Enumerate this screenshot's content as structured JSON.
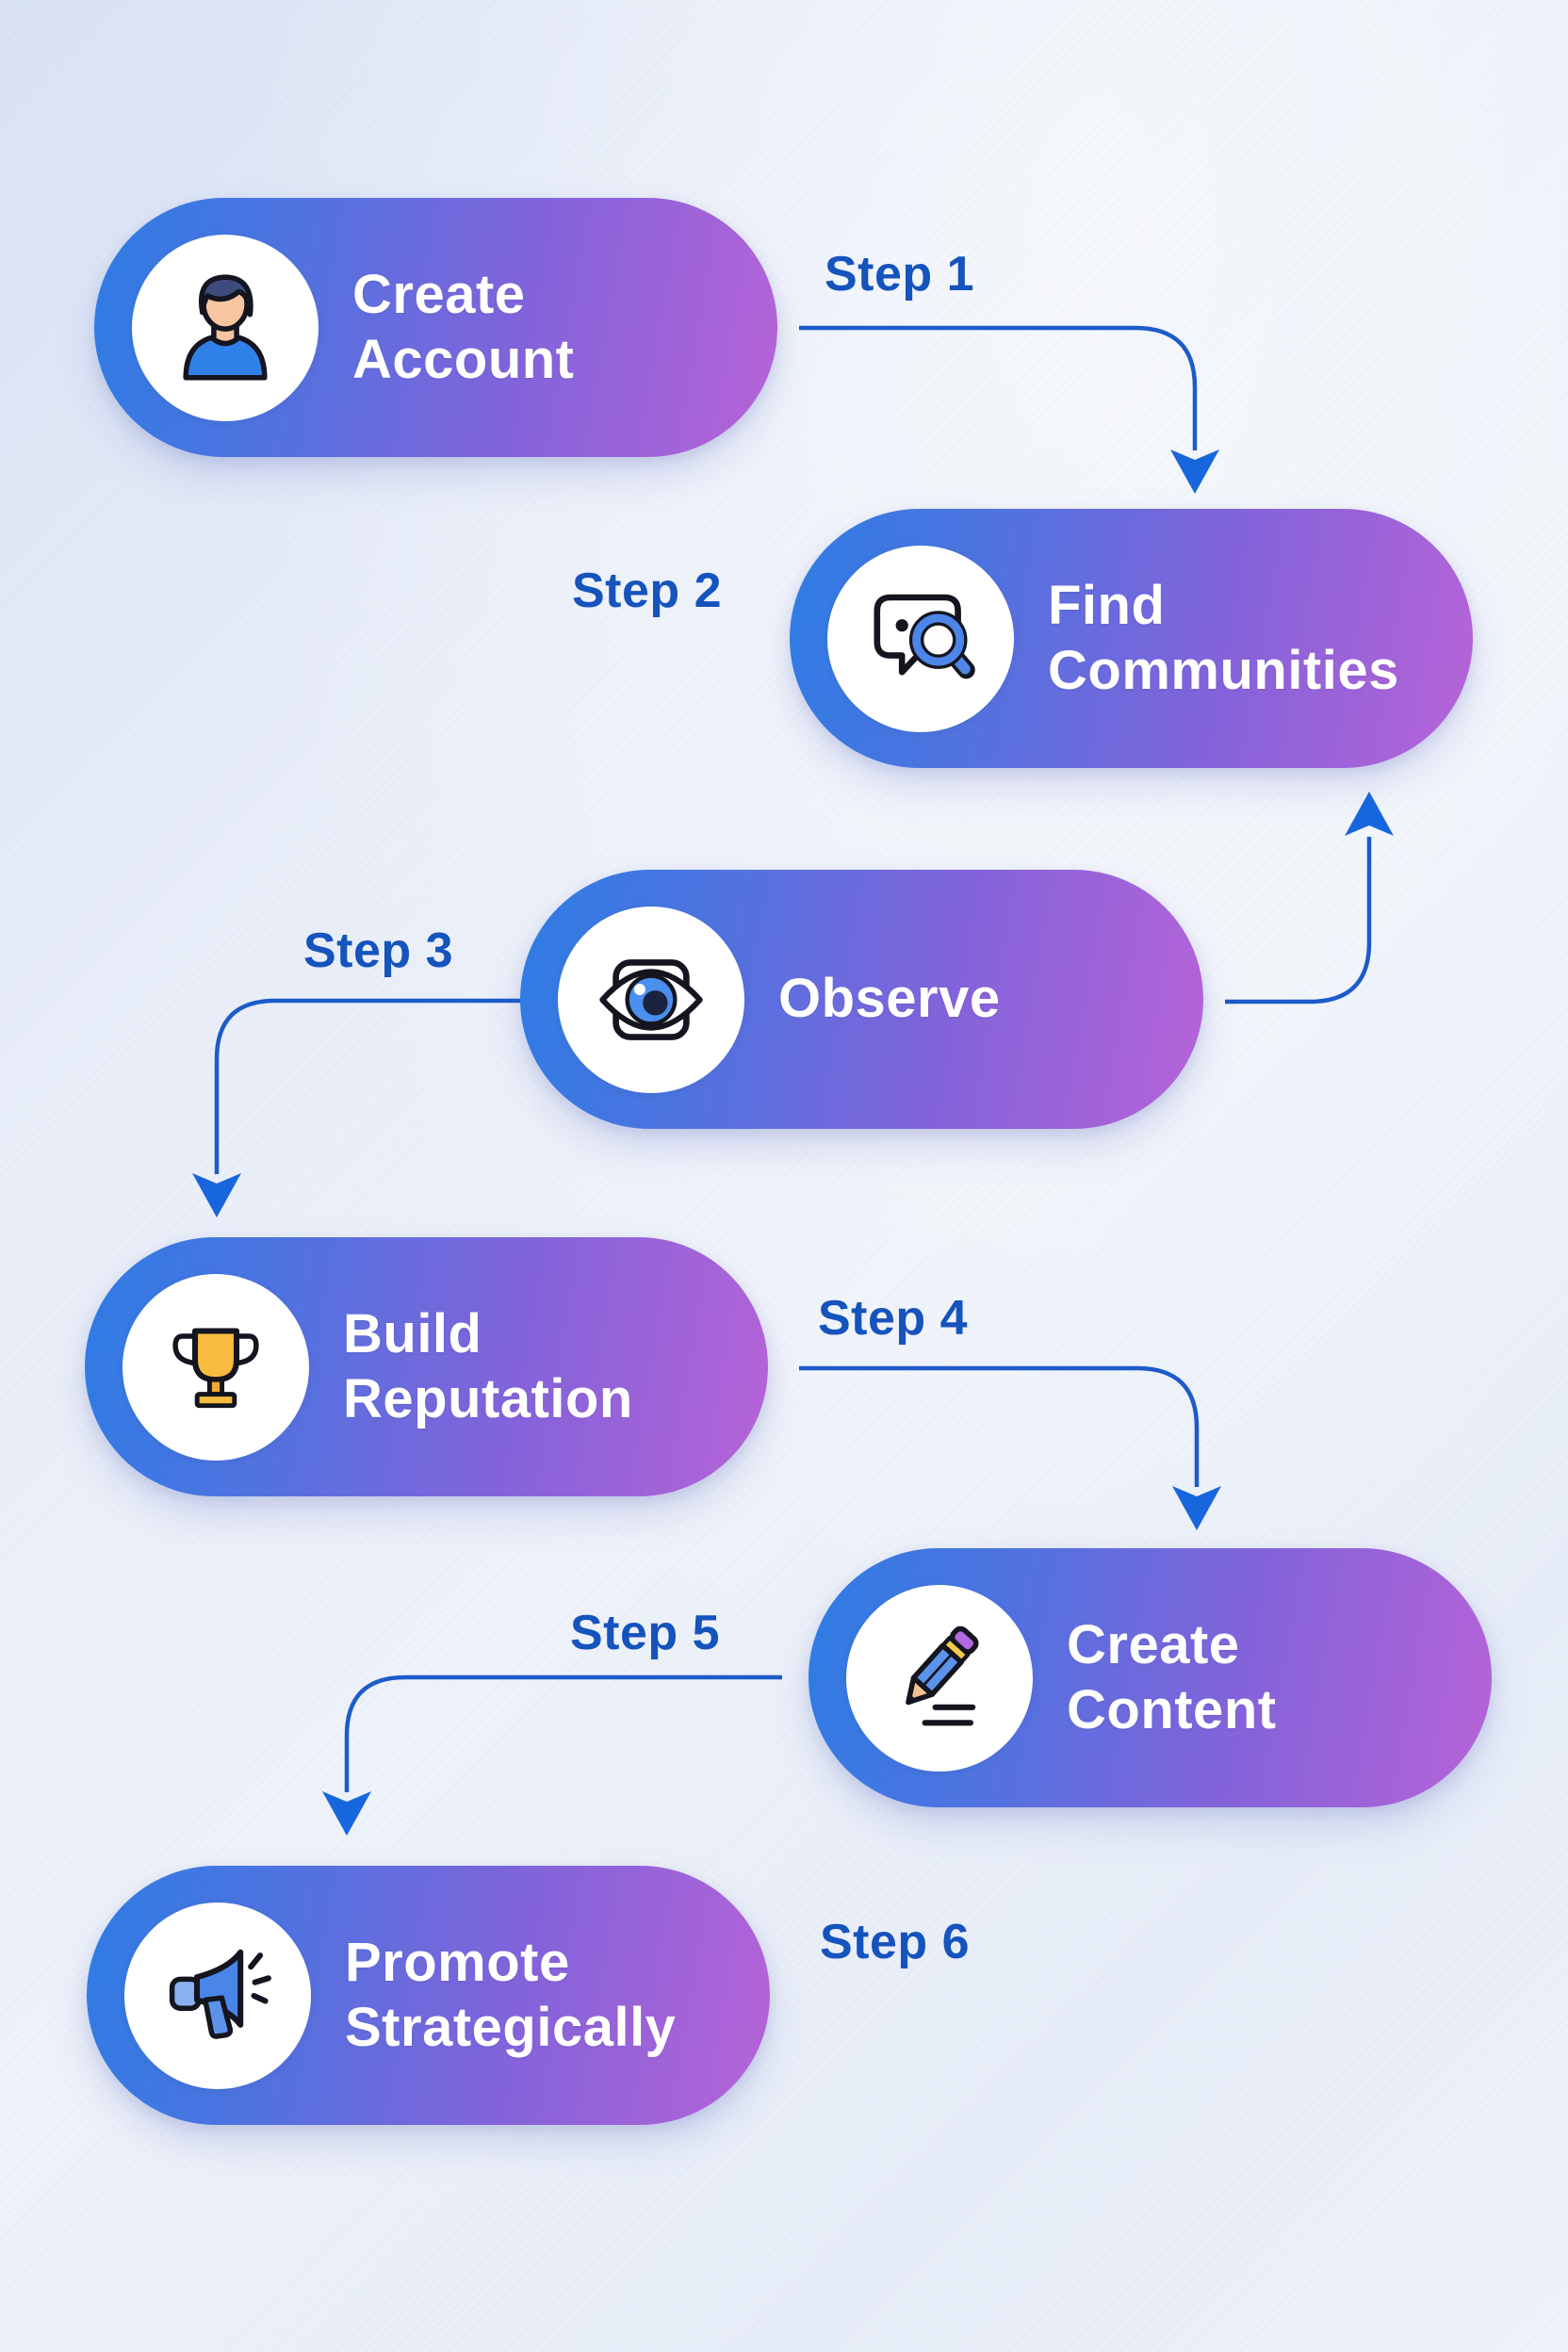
{
  "diagram": {
    "title": "Six step community growth flow",
    "type": "stepped-flowchart",
    "colors": {
      "pill_gradient_start": "#2e7ce4",
      "pill_gradient_mid": "#8263da",
      "pill_gradient_end": "#b763d7",
      "pill_text": "#ffffff",
      "step_label_text": "#1553bd",
      "arrow_line": "#1c5bc9",
      "arrow_head": "#1766dd",
      "icon_circle": "#ffffff",
      "background": "#e9eef8"
    }
  },
  "steps": [
    {
      "label": "Step 1",
      "title": "Create Account",
      "title_lines": [
        "Create",
        "Account"
      ],
      "icon": "person-icon"
    },
    {
      "label": "Step 2",
      "title": "Find Communities",
      "title_lines": [
        "Find",
        "Communities"
      ],
      "icon": "chat-search-icon"
    },
    {
      "label": "Step 3",
      "title": "Observe",
      "title_lines": [
        "Observe",
        ""
      ],
      "icon": "eye-icon"
    },
    {
      "label": "Step 4",
      "title": "Build Reputation",
      "title_lines": [
        "Build",
        "Reputation"
      ],
      "icon": "trophy-icon"
    },
    {
      "label": "Step 5",
      "title": "Create Content",
      "title_lines": [
        "Create",
        "Content"
      ],
      "icon": "pencil-icon"
    },
    {
      "label": "Step 6",
      "title": "Promote Strategically",
      "title_lines": [
        "Promote",
        "Strategically"
      ],
      "icon": "megaphone-icon"
    }
  ],
  "connections": [
    {
      "from": "Create Account",
      "to": "Find Communities",
      "label": "Step 1"
    },
    {
      "from": "Observe",
      "to": "Find Communities",
      "label": "Step 2"
    },
    {
      "from": "Observe",
      "to": "Build Reputation",
      "label": "Step 3"
    },
    {
      "from": "Build Reputation",
      "to": "Create Content",
      "label": "Step 4"
    },
    {
      "from": "Create Content",
      "to": "Promote Strategically",
      "label": "Step 5"
    }
  ]
}
